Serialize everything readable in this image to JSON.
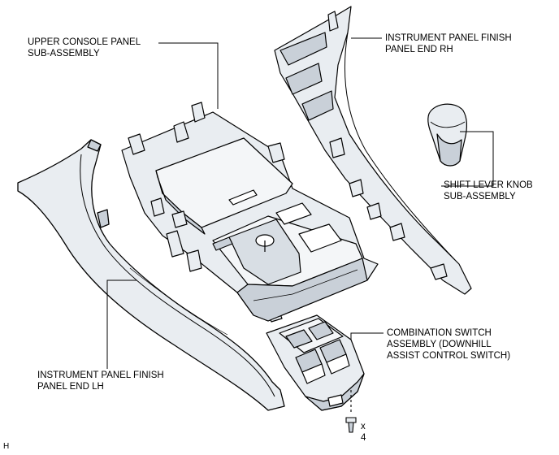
{
  "labels": {
    "upper_console_panel": [
      "UPPER CONSOLE PANEL",
      "SUB-ASSEMBLY"
    ],
    "instrument_panel_rh": [
      "INSTRUMENT PANEL FINISH",
      "PANEL END RH"
    ],
    "shift_lever_knob": [
      "SHIFT LEVER KNOB",
      "SUB-ASSEMBLY"
    ],
    "combination_switch": [
      "COMBINATION SWITCH",
      "ASSEMBLY (DOWNHILL",
      "ASSIST CONTROL SWITCH)"
    ],
    "instrument_panel_lh": [
      "INSTRUMENT PANEL FINISH",
      "PANEL END LH"
    ],
    "screw_qty_x": "x",
    "screw_qty_n": "4",
    "corner_letter": "H"
  },
  "colors": {
    "line": "#000000",
    "part_fill": "#e9edf1",
    "part_shade": "#c9d0d8",
    "background": "#ffffff"
  }
}
